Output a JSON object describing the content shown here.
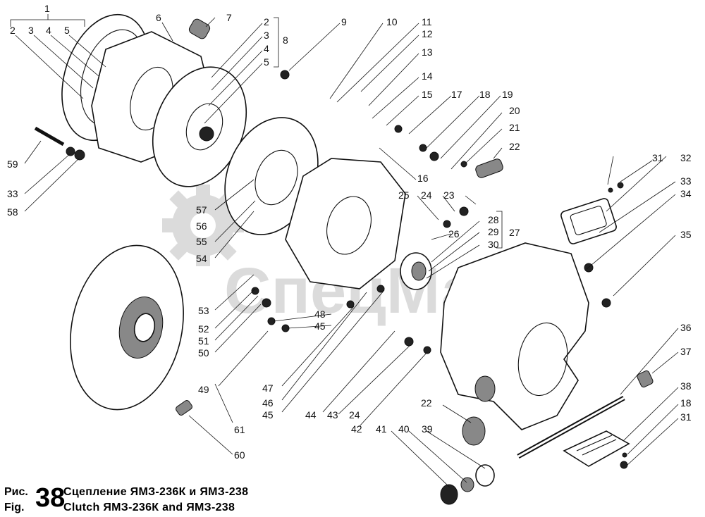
{
  "callouts": [
    "1",
    "2",
    "3",
    "4",
    "5",
    "6",
    "7",
    "2",
    "3",
    "4",
    "5",
    "8",
    "9",
    "10",
    "11",
    "12",
    "13",
    "14",
    "15",
    "16",
    "17",
    "18",
    "19",
    "20",
    "21",
    "22",
    "23",
    "24",
    "25",
    "26",
    "27",
    "28",
    "29",
    "30",
    "31",
    "32",
    "33",
    "34",
    "35",
    "36",
    "37",
    "38",
    "18",
    "31",
    "22",
    "39",
    "40",
    "41",
    "42",
    "24",
    "43",
    "44",
    "45",
    "46",
    "47",
    "48",
    "45",
    "49",
    "50",
    "51",
    "52",
    "53",
    "54",
    "55",
    "56",
    "57",
    "58",
    "33",
    "59",
    "60",
    "61"
  ],
  "watermark": {
    "text": "СпецМаш",
    "logo_number": "56"
  },
  "caption": {
    "ru_label": "Рис.",
    "en_label": "Fig.",
    "figure_number": "38",
    "ru_title": "Сцепление ЯМЗ-236К и ЯМЗ-238",
    "en_title": "Clutch ЯМЗ-236К and ЯМЗ-238"
  }
}
